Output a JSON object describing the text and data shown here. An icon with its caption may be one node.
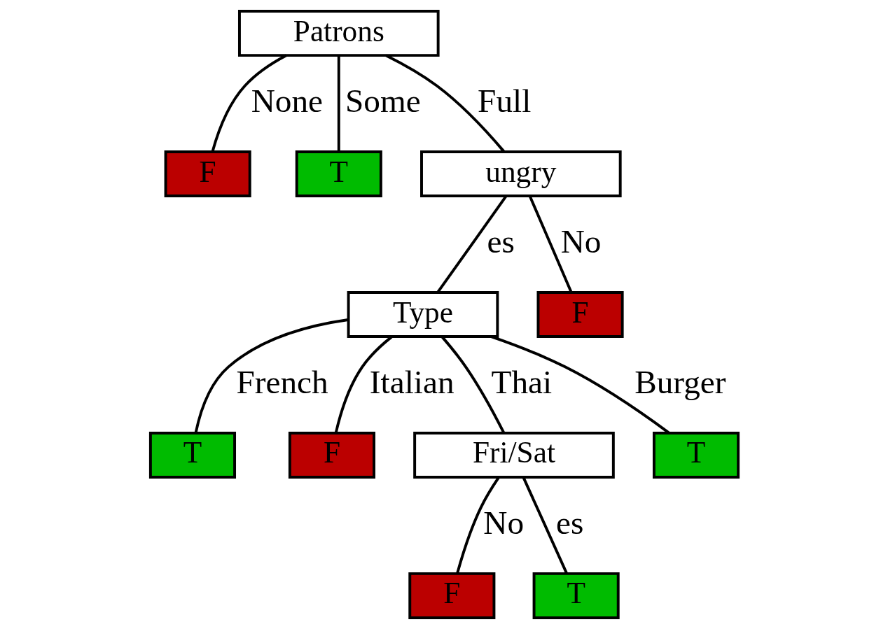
{
  "diagram": {
    "nodes": [
      {
        "text": [
          "Patrons"
        ]
      },
      {
        "text": [
          "F"
        ]
      },
      {
        "text": [
          "T"
        ]
      },
      {
        "text": [
          "ungry"
        ]
      },
      {
        "text": [
          "Type"
        ]
      },
      {
        "text": [
          "F"
        ]
      },
      {
        "text": [
          "T"
        ]
      },
      {
        "text": [
          "F"
        ]
      },
      {
        "text": [
          "Fri/Sat"
        ]
      },
      {
        "text": [
          "T"
        ]
      },
      {
        "text": [
          "F"
        ]
      },
      {
        "text": [
          "T"
        ]
      }
    ],
    "edges": [
      {
        "from": 0,
        "to": 1,
        "arrow": "none",
        "label": "None"
      },
      {
        "from": 0,
        "to": 2,
        "arrow": "none",
        "label": "Some"
      },
      {
        "from": 0,
        "to": 3,
        "arrow": "none",
        "label": "Full"
      },
      {
        "from": 3,
        "to": 4,
        "arrow": "none",
        "label": "es"
      },
      {
        "from": 3,
        "to": 5,
        "arrow": "none",
        "label": "No"
      },
      {
        "from": 4,
        "to": 6,
        "arrow": "none",
        "label": "French"
      },
      {
        "from": 4,
        "to": 7,
        "arrow": "none",
        "label": "Italian"
      },
      {
        "from": 4,
        "to": 8,
        "arrow": "none",
        "label": "Thai"
      },
      {
        "from": 4,
        "to": 9,
        "arrow": "none",
        "label": "Burger"
      },
      {
        "from": 8,
        "to": 10,
        "arrow": "none",
        "label": "No"
      },
      {
        "from": 8,
        "to": 11,
        "arrow": "none",
        "label": "es"
      }
    ]
  }
}
